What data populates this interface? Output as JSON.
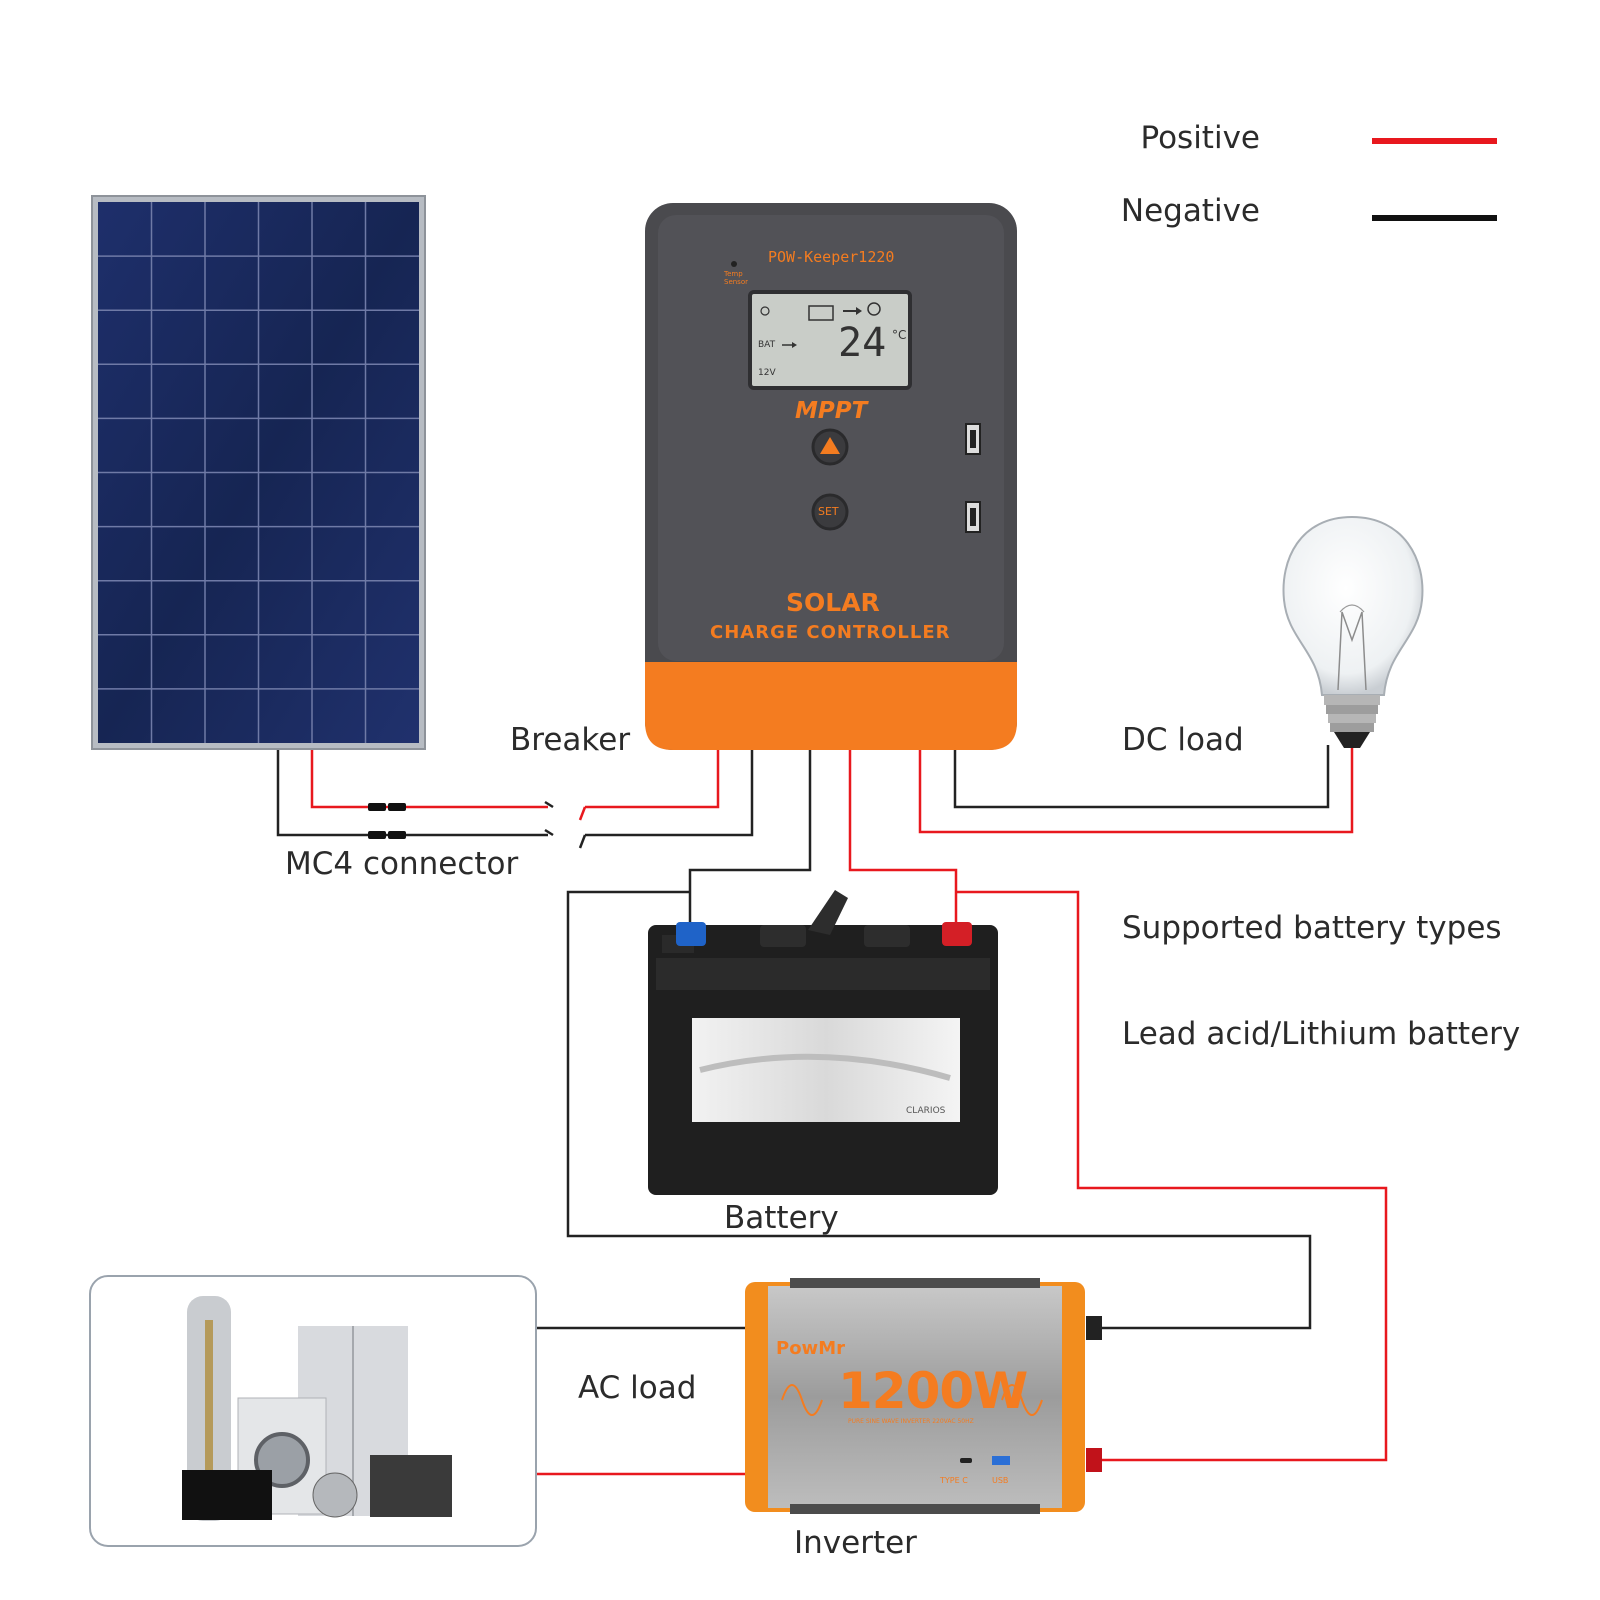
{
  "legend": {
    "positive_label": "Positive",
    "negative_label": "Negative",
    "positive_color": "#e8181e",
    "negative_color": "#111111"
  },
  "labels": {
    "breaker": "Breaker",
    "mc4": "MC4 connector",
    "dc_load": "DC load",
    "battery": "Battery",
    "battery_types_title": "Supported battery types",
    "battery_types": "Lead acid/Lithium battery",
    "ac_load": "AC load",
    "inverter": "Inverter"
  },
  "controller": {
    "model": "POW-Keeper1220",
    "sensor_label": "Temp Sensor",
    "display_value": "24",
    "display_unit": "°C",
    "display_bat": "BAT",
    "display_voltage": "12V",
    "mode": "MPPT",
    "set_button": "SET",
    "title_line1": "SOLAR",
    "title_line2": "CHARGE CONTROLLER",
    "body_color": "#4a4a4e",
    "accent_color": "#f47c20"
  },
  "inverter_device": {
    "brand": "PowMr",
    "power": "1200W",
    "subtitle": "PURE SINE WAVE INVERTER 220VAC 50HZ",
    "port_type_c": "TYPE C",
    "port_usb": "USB"
  },
  "battery_device": {
    "brand_text": "CLARIOS"
  }
}
